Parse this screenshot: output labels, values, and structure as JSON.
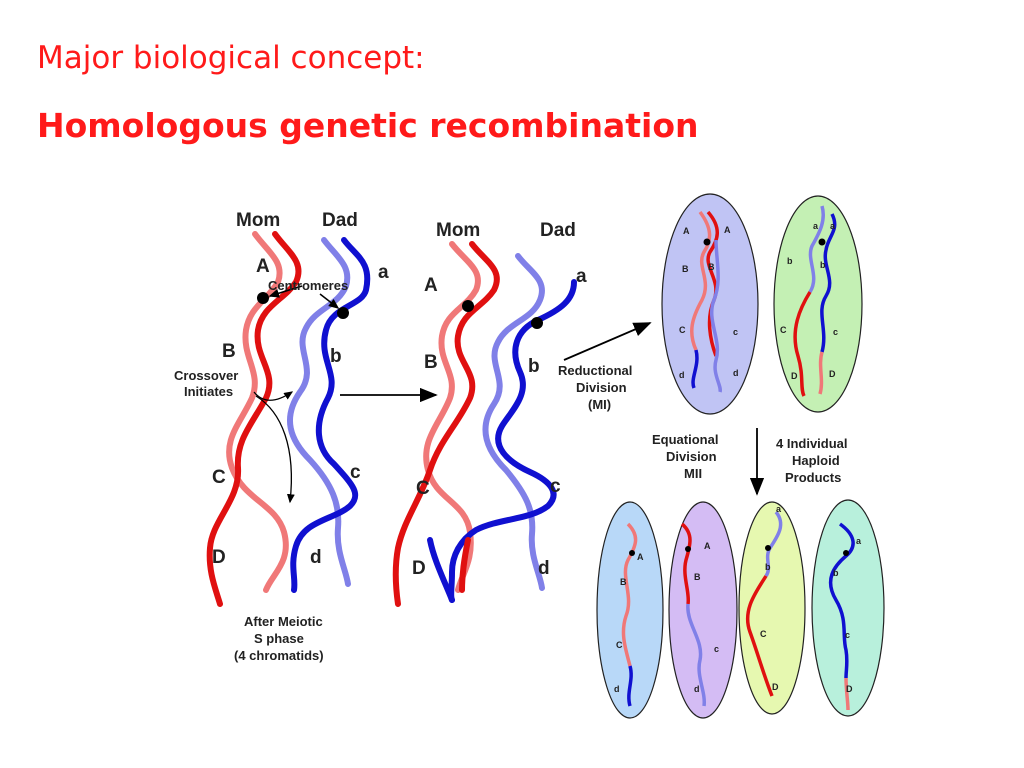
{
  "title": "Major biological concept:",
  "subtitle": "Homologous genetic recombination",
  "panel1": {
    "mom": "Mom",
    "dad": "Dad",
    "A": "A",
    "a": "a",
    "B": "B",
    "b": "b",
    "C": "C",
    "c": "c",
    "D": "D",
    "d": "d",
    "centromeres": "Centromeres",
    "crossover": [
      "Crossover",
      "Initiates"
    ],
    "caption": [
      "After Meiotic",
      "S phase",
      "(4 chromatids)"
    ]
  },
  "panel2": {
    "mom": "Mom",
    "dad": "Dad",
    "A": "A",
    "a": "a",
    "B": "B",
    "b": "b",
    "C": "C",
    "c": "c",
    "D": "D",
    "d": "d"
  },
  "reductional": [
    "Reductional",
    "Division",
    "(MI)"
  ],
  "equational": [
    "Equational",
    "Division",
    "MII"
  ],
  "haploid": [
    "4 Individual",
    "Haploid",
    "Products"
  ],
  "mi_cells": [
    {
      "labels": [
        "A",
        "A",
        "B",
        "B",
        "C",
        "c",
        "d",
        "d"
      ]
    },
    {
      "labels": [
        "a",
        "a",
        "b",
        "b",
        "C",
        "c",
        "D",
        "D"
      ]
    }
  ],
  "mii_cells": [
    {
      "labels": [
        "A",
        "B",
        "C",
        "d"
      ]
    },
    {
      "labels": [
        "A",
        "B",
        "c",
        "d"
      ]
    },
    {
      "labels": [
        "a",
        "b",
        "C",
        "D"
      ]
    },
    {
      "labels": [
        "a",
        "b",
        "c",
        "D"
      ]
    }
  ],
  "colors": {
    "title": "#ff1a1a",
    "mom_dark": "#e01010",
    "mom_light": "#f07878",
    "dad_dark": "#1010d0",
    "dad_light": "#8080e8",
    "cell_blue": "#b8c8f0",
    "cell_purple": "#c8b8f0",
    "cell_green": "#c0f0b0",
    "cell_yellow": "#e8f8b0",
    "cell_lightblue": "#b8dcf8",
    "cell_teal": "#b8f0d8"
  }
}
